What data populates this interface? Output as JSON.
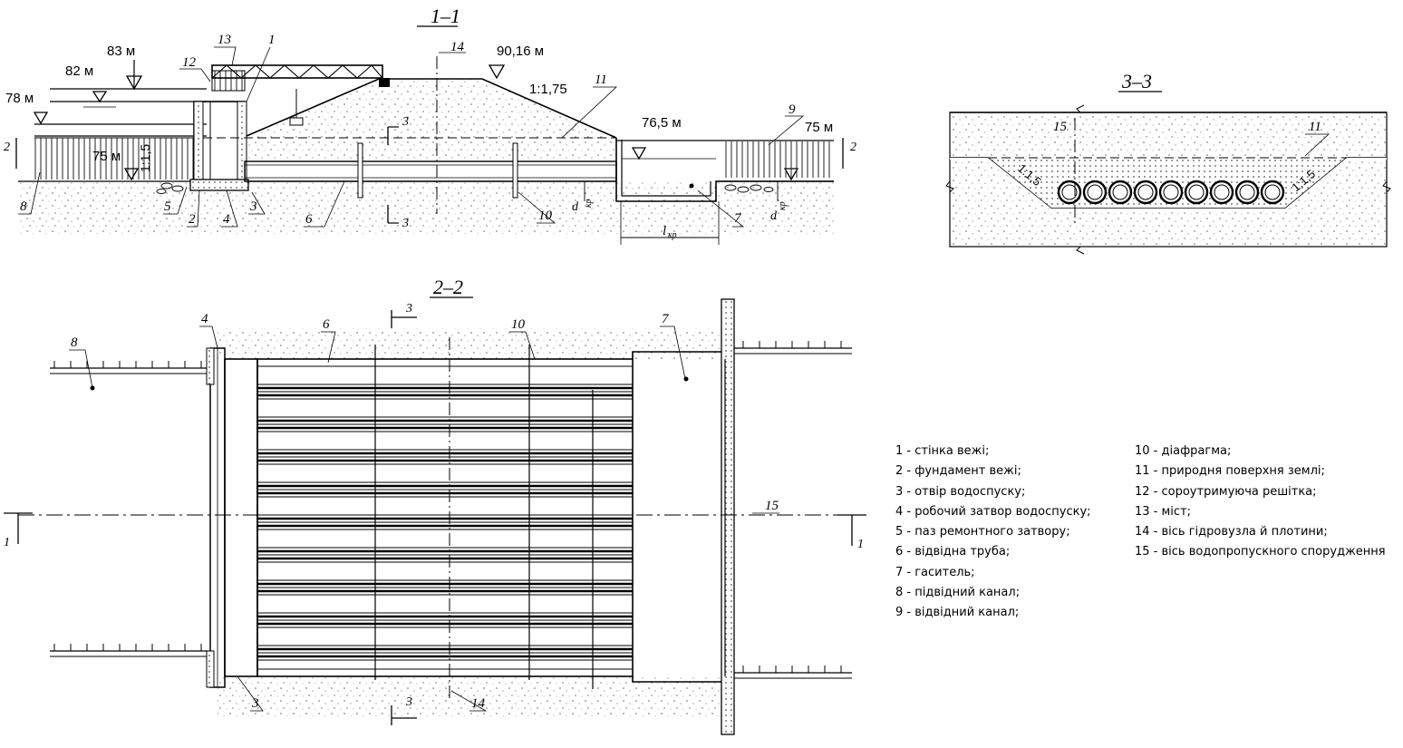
{
  "sections": {
    "s11": "1–1",
    "s22": "2–2",
    "s33": "3–3"
  },
  "elevations": {
    "e83": "83 м",
    "e82": "82 м",
    "e78": "78 м",
    "e75a": "75 м",
    "e9016": "90,16 м",
    "e765": "76,5 м",
    "e75b": "75 м"
  },
  "slopes": {
    "s175": "1:1,75",
    "s15a": "1:1,5",
    "s15b": "1:1,5",
    "s15c": "1:1,5"
  },
  "dims": {
    "d1": "d",
    "d1sub": "кр",
    "d2": "d",
    "d2sub": "кр",
    "l": "l",
    "lsub": "кр"
  },
  "cut_marks": {
    "c1": "1",
    "c2": "1",
    "c3": "2",
    "c4": "2",
    "c5": "3",
    "c6": "3",
    "c7": "3",
    "c8": "3"
  },
  "numbers": {
    "n1": "1",
    "n2": "2",
    "n3": "3",
    "n4": "4",
    "n5": "5",
    "n6": "6",
    "n7": "7",
    "n8": "8",
    "n9": "9",
    "n10": "10",
    "n11": "11",
    "n12": "12",
    "n13": "13",
    "n14": "14",
    "n15": "15",
    "p3": "3",
    "p4": "4",
    "p6": "6",
    "p7": "7",
    "p8": "8",
    "p10": "10",
    "p14": "14",
    "p15": "15",
    "q11": "11",
    "q15": "15"
  },
  "legend_left": [
    "1 - стінка вежі;",
    "2 - фундамент вежі;",
    "3 - отвір водоспуску;",
    "4 - робочий затвор водоспуску;",
    "5 - паз ремонтного затвору;",
    "6 - відвідна труба;",
    "7 - гаситель;",
    "8 - підвідний канал;",
    "9 - відвідний канал;"
  ],
  "legend_right": [
    "10 - діафрагма;",
    "11 - природня поверхня землі;",
    "12 - сороутримуюча решітка;",
    "13 - міст;",
    "14 - вісь гідровузла й плотини;",
    "15 - вісь водопропускного спорудження"
  ]
}
